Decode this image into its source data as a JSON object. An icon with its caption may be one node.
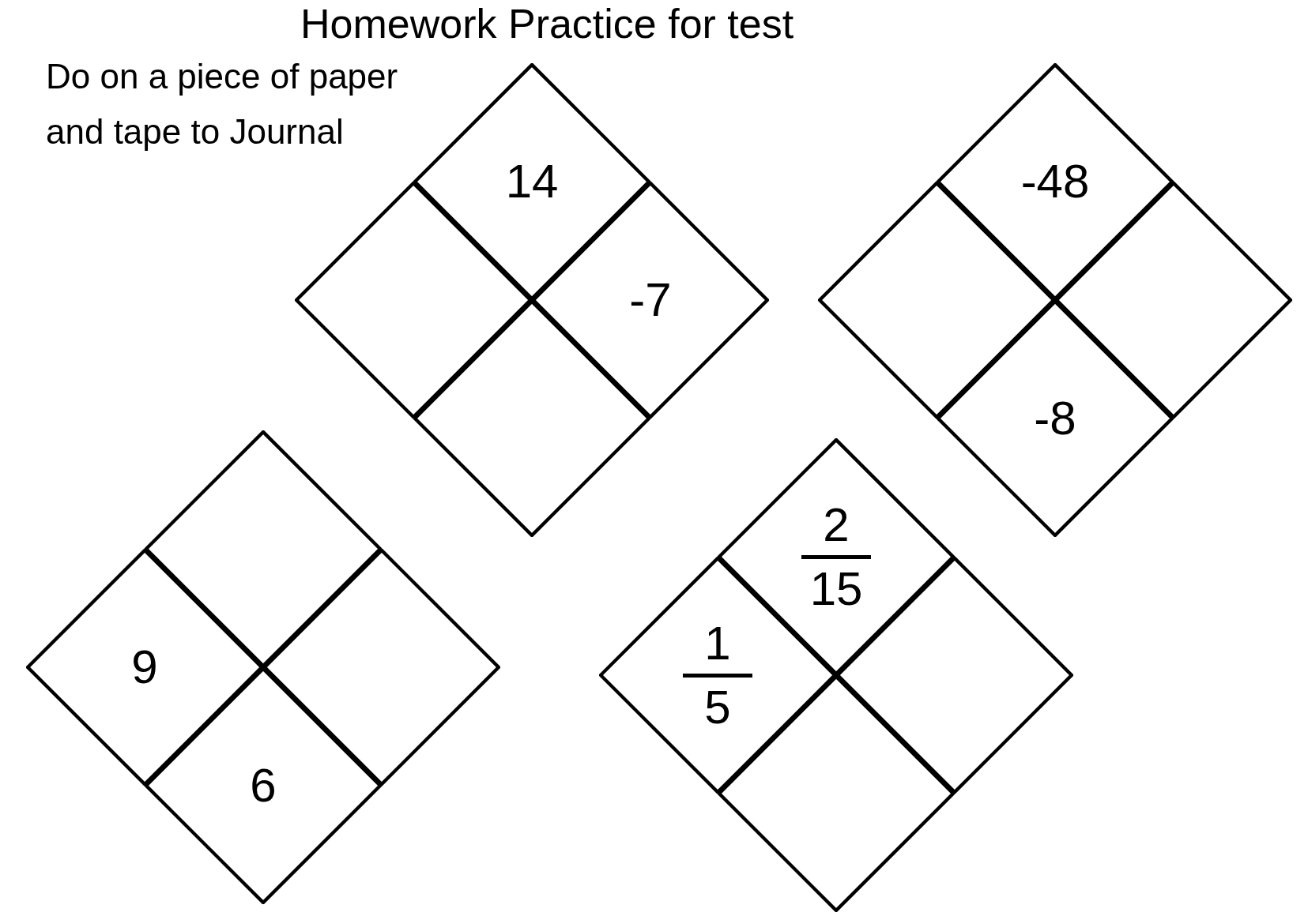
{
  "diagram": {
    "title": "Homework Practice for test",
    "nodes": [
      {
        "text": [],
        "shape": "diamond"
      },
      {
        "text": [
          "14"
        ],
        "in": 0
      },
      {
        "text": [],
        "shape": "diamond",
        "in": 0
      },
      {
        "text": [
          "-7"
        ],
        "in": 0
      },
      {
        "text": [],
        "shape": "diamond",
        "in": 0
      },
      {
        "text": [],
        "shape": "diamond"
      },
      {
        "text": [
          "-48"
        ],
        "in": 5
      },
      {
        "text": [],
        "shape": "diamond",
        "in": 5
      },
      {
        "text": [],
        "shape": "diamond",
        "in": 5
      },
      {
        "text": [
          "-8"
        ],
        "in": 5
      },
      {
        "text": [],
        "shape": "diamond"
      },
      {
        "text": [],
        "shape": "diamond",
        "in": 10
      },
      {
        "text": [
          "9"
        ],
        "in": 10
      },
      {
        "text": [],
        "shape": "diamond",
        "in": 10
      },
      {
        "text": [
          "6"
        ],
        "in": 10
      },
      {
        "text": [],
        "shape": "diamond"
      },
      {
        "text": [
          "2",
          "15"
        ],
        "in": 15
      },
      {
        "text": [
          "1",
          "5"
        ],
        "in": 15
      },
      {
        "text": [],
        "shape": "diamond",
        "in": 15
      },
      {
        "text": [],
        "shape": "diamond",
        "in": 15
      }
    ],
    "labels": [
      "Do on a piece of paper and tape to Journal"
    ]
  }
}
